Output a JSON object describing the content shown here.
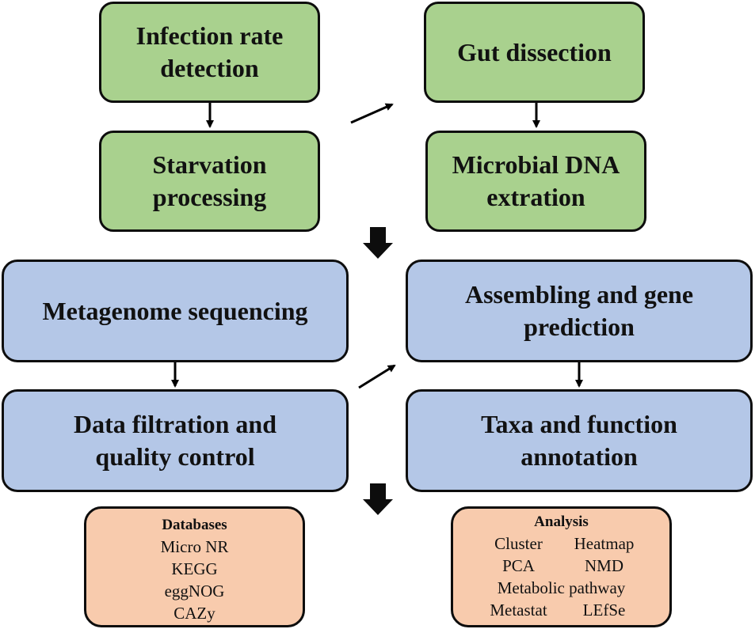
{
  "colors": {
    "green_fill": "#a9d18e",
    "blue_fill": "#b4c7e7",
    "orange_fill": "#f8cbad",
    "border": "#0d0d0d"
  },
  "steps": {
    "infection_rate": [
      "Infection rate",
      "detection"
    ],
    "starvation": [
      "Starvation",
      "processing"
    ],
    "gut_dissection": [
      "Gut dissection"
    ],
    "dna_extraction": [
      "Microbial DNA",
      "extration"
    ],
    "metagenome": [
      "Metagenome sequencing"
    ],
    "filtration": [
      "Data filtration and",
      "quality control"
    ],
    "assembling": [
      "Assembling and gene",
      "prediction"
    ],
    "annotation": [
      "Taxa and function",
      "annotation"
    ]
  },
  "databases": {
    "title": "Databases",
    "items": [
      "Micro NR",
      "KEGG",
      "eggNOG",
      "CAZy"
    ]
  },
  "analysis": {
    "title": "Analysis",
    "rows": [
      [
        "Cluster",
        "Heatmap"
      ],
      [
        "PCA",
        "NMD"
      ],
      [
        "Metabolic pathway"
      ],
      [
        "Metastat",
        "LEfSe"
      ]
    ]
  }
}
